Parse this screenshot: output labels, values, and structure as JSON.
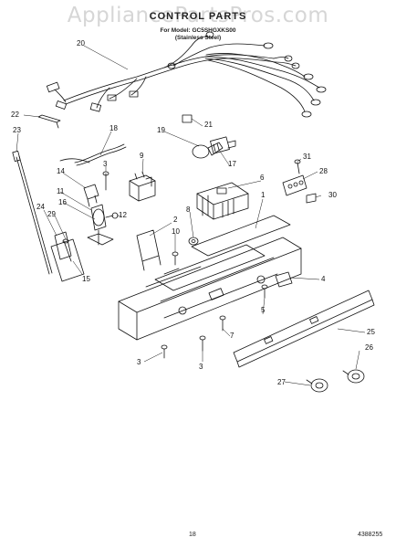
{
  "watermark": "AppliancePartsPros.com",
  "title": "CONTROL PARTS",
  "subtitle_1": "For Model: GC5SHGXKS00",
  "subtitle_2": "(Stainless Steel)",
  "page_number": "18",
  "doc_number": "4388255",
  "callouts": [
    "20",
    "22",
    "23",
    "18",
    "19",
    "21",
    "9",
    "3",
    "14",
    "11",
    "16",
    "12",
    "31",
    "28",
    "17",
    "6",
    "30",
    "24",
    "29",
    "15",
    "2",
    "10",
    "8",
    "1",
    "4",
    "5",
    "7",
    "25",
    "26",
    "27",
    "3",
    "3"
  ],
  "colors": {
    "line": "#111111",
    "watermark": "#d6d6d6"
  }
}
